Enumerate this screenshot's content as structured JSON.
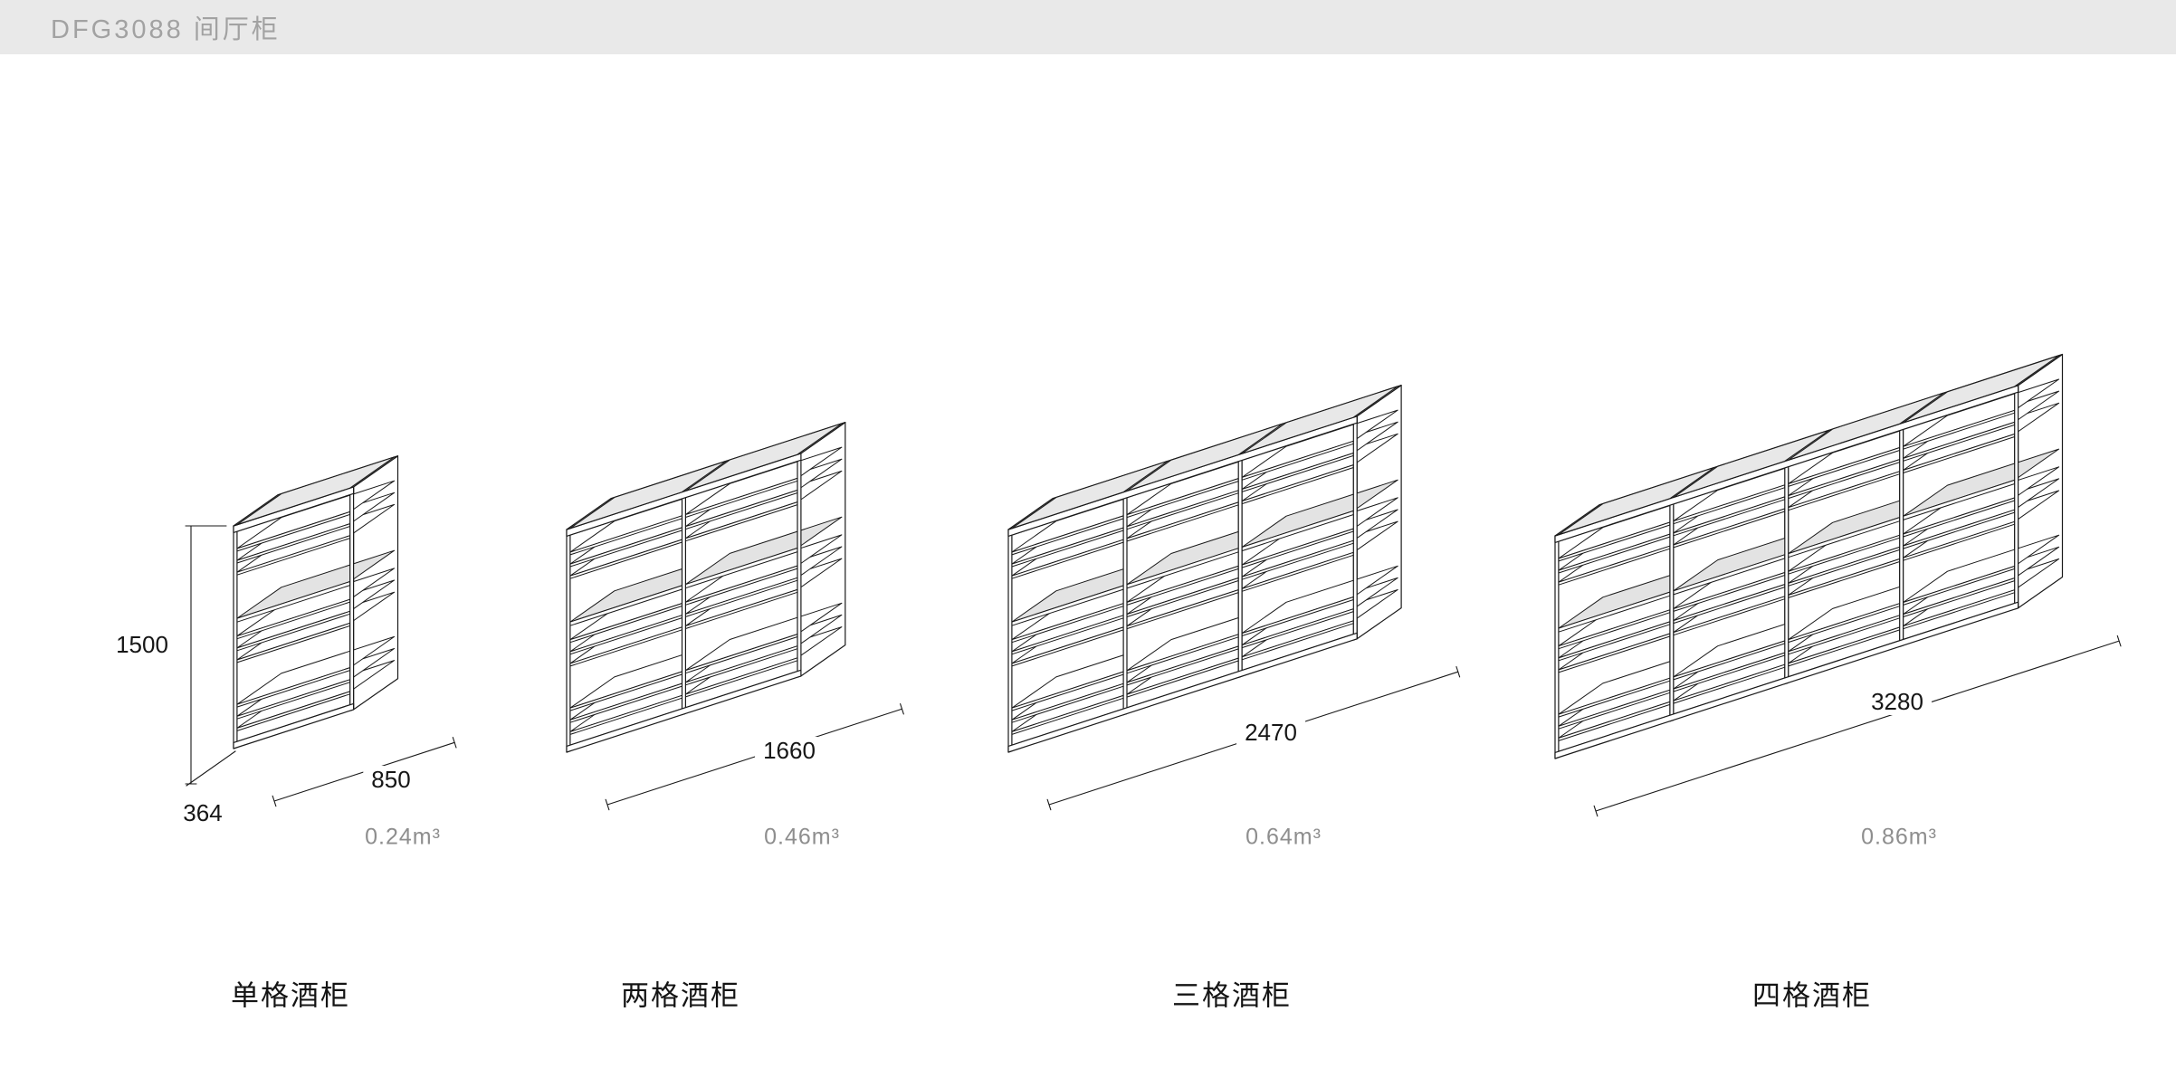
{
  "header": {
    "title": "DFG3088 间厅柜"
  },
  "shared_dimensions": {
    "height_mm": 1500,
    "depth_mm": 364,
    "height_label": "1500",
    "depth_label": "364"
  },
  "cabinets": [
    {
      "name": "单格酒柜",
      "bays": 1,
      "width_mm": 850,
      "width_label": "850",
      "volume_label": "0.24m³"
    },
    {
      "name": "两格酒柜",
      "bays": 2,
      "width_mm": 1660,
      "width_label": "1660",
      "volume_label": "0.46m³"
    },
    {
      "name": "三格酒柜",
      "bays": 3,
      "width_mm": 2470,
      "width_label": "2470",
      "volume_label": "0.64m³"
    },
    {
      "name": "四格酒柜",
      "bays": 4,
      "width_mm": 3280,
      "width_label": "3280",
      "volume_label": "0.86m³"
    }
  ],
  "colors": {
    "header_bg": "#e9e9e9",
    "header_text": "#a2a2a2",
    "line": "#1a1a1a",
    "top_fill": "#e8e8e8",
    "shelf_fill": "#e3e3e3",
    "muted_text": "#8e8e8e"
  }
}
